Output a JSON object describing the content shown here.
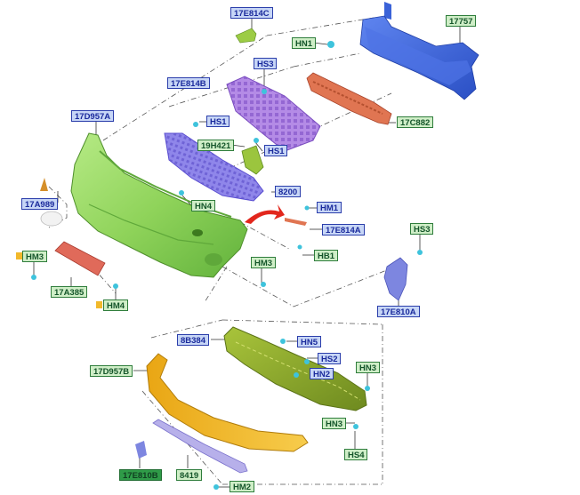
{
  "labels": {
    "l_17E814C": "17E814C",
    "l_17757": "17757",
    "l_HN1": "HN1",
    "l_HS3_top": "HS3",
    "l_17E814B": "17E814B",
    "l_17C882": "17C882",
    "l_17D957A": "17D957A",
    "l_HS1_a": "HS1",
    "l_19H421": "19H421",
    "l_HS1_b": "HS1",
    "l_8200": "8200",
    "l_17A989": "17A989",
    "l_HN4": "HN4",
    "l_HM1": "HM1",
    "l_17E814A": "17E814A",
    "l_HS3_right": "HS3",
    "l_HM3_left": "HM3",
    "l_HB1": "HB1",
    "l_HM3_mid": "HM3",
    "l_17A385": "17A385",
    "l_HM4": "HM4",
    "l_17E810A": "17E810A",
    "l_8B384": "8B384",
    "l_HN5": "HN5",
    "l_HS2": "HS2",
    "l_17D957B": "17D957B",
    "l_HN2": "HN2",
    "l_HN3_a": "HN3",
    "l_HN3_b": "HN3",
    "l_HS4": "HS4",
    "l_17E810B": "17E810B",
    "l_8419": "8419",
    "l_HM2": "HM2"
  },
  "colors": {
    "bumper_upper": "#8fd35a",
    "bumper_upper_dark": "#5fa83a",
    "grille": "#8f86ea",
    "grille_upper": "#b48be6",
    "reinforcement": "#3a62d8",
    "absorber": "#e07552",
    "lower_bracket": "#8faa2e",
    "lower_lip": "#f0b72a",
    "clip_cyan": "#3ec3dc",
    "clip_yellow": "#f2b92b",
    "arrow_red": "#e2261c",
    "label_blue_bg": "#c7d6f6",
    "label_green_bg": "#cfeec7"
  }
}
